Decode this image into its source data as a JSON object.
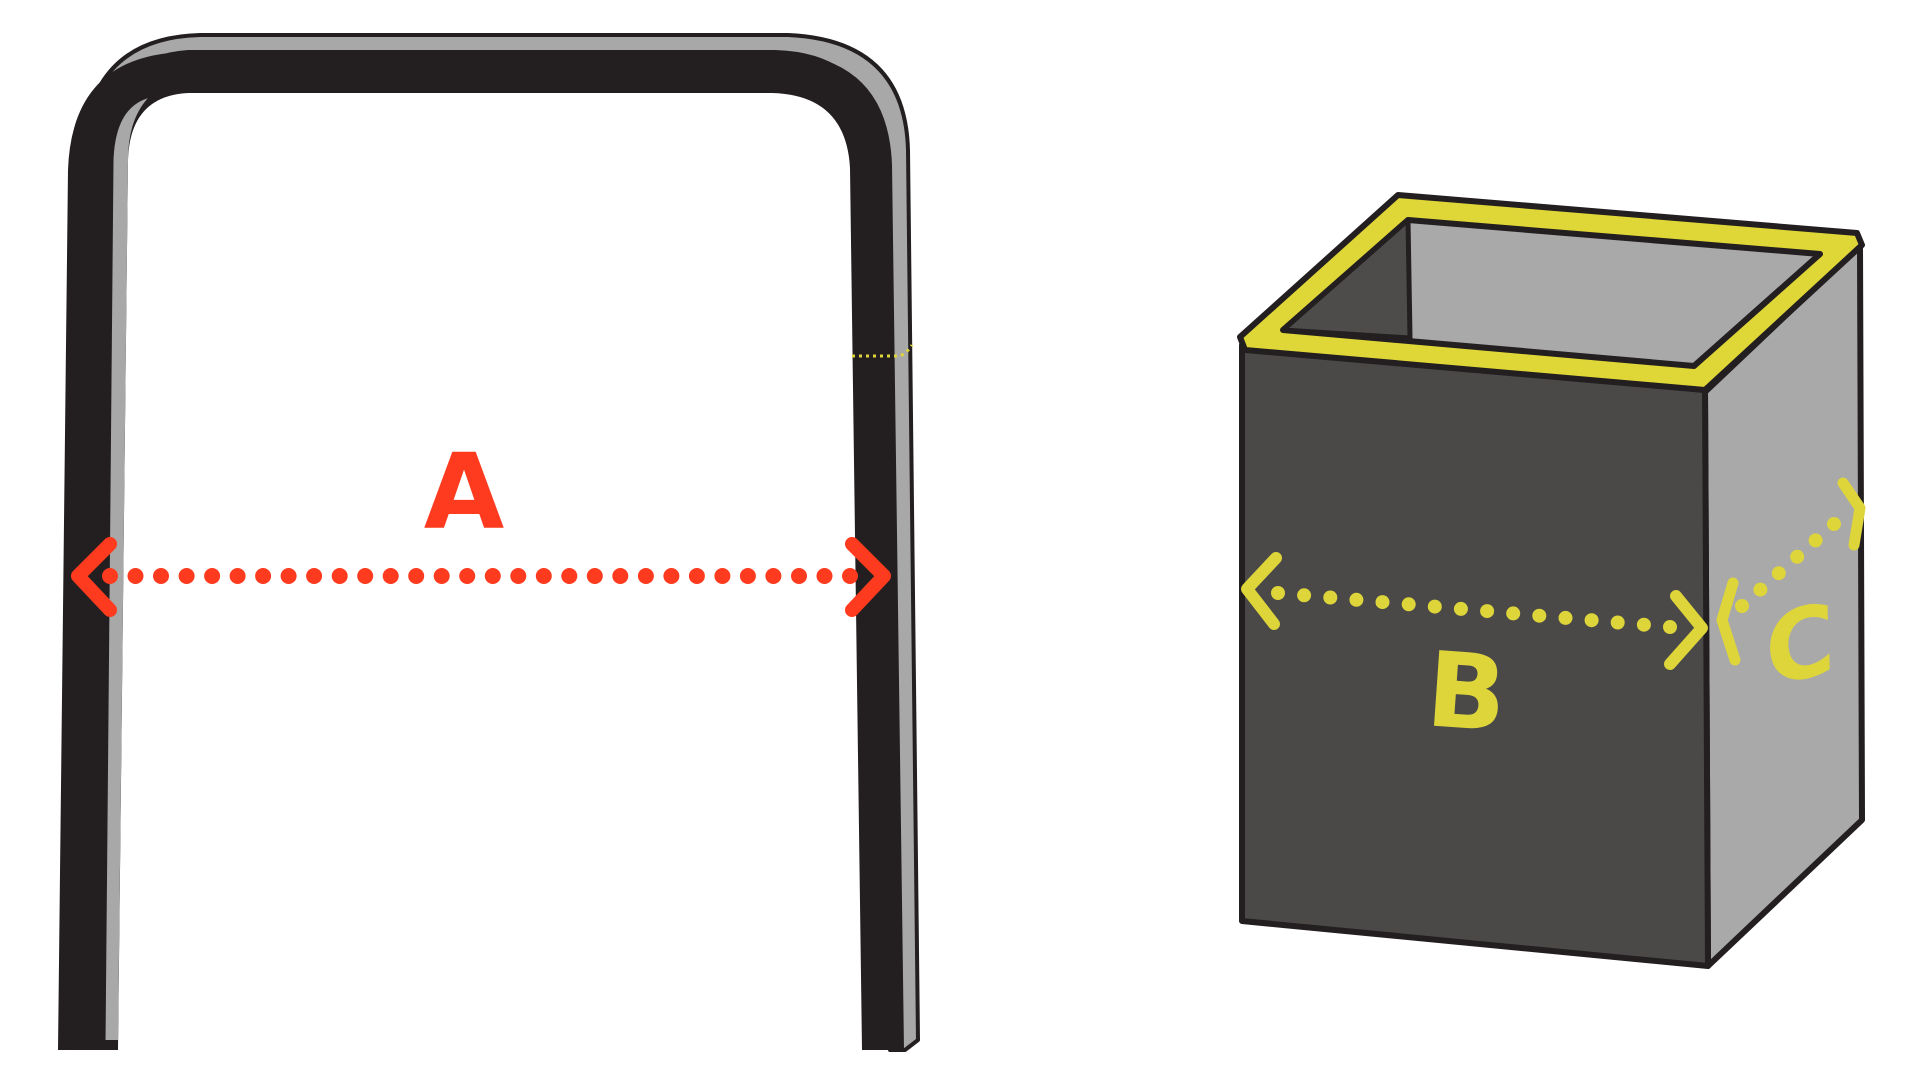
{
  "diagram": {
    "labels": {
      "a": "A",
      "b": "B",
      "c": "C"
    },
    "colors": {
      "outline": "#231f20",
      "tube_highlight": "#a8a8a8",
      "box_front": "#4a4948",
      "box_side": "#a9a9a9",
      "box_inner_back": "#a9a9a9",
      "box_inner_dark": "#4d4c4b",
      "rim_highlight": "#dfd637",
      "dimension_a": "#ff3b1f",
      "dimension_bc": "#ddd53a"
    },
    "icons": {
      "left_shape": "u-shaped-tube-icon",
      "right_shape": "rectangular-box-icon",
      "arrow_a_left": "chevron-left-icon",
      "arrow_a_right": "chevron-right-icon",
      "arrow_b_left": "chevron-left-icon",
      "arrow_b_right": "chevron-right-icon",
      "arrow_c_left": "chevron-left-icon",
      "arrow_c_right": "chevron-right-icon"
    }
  }
}
